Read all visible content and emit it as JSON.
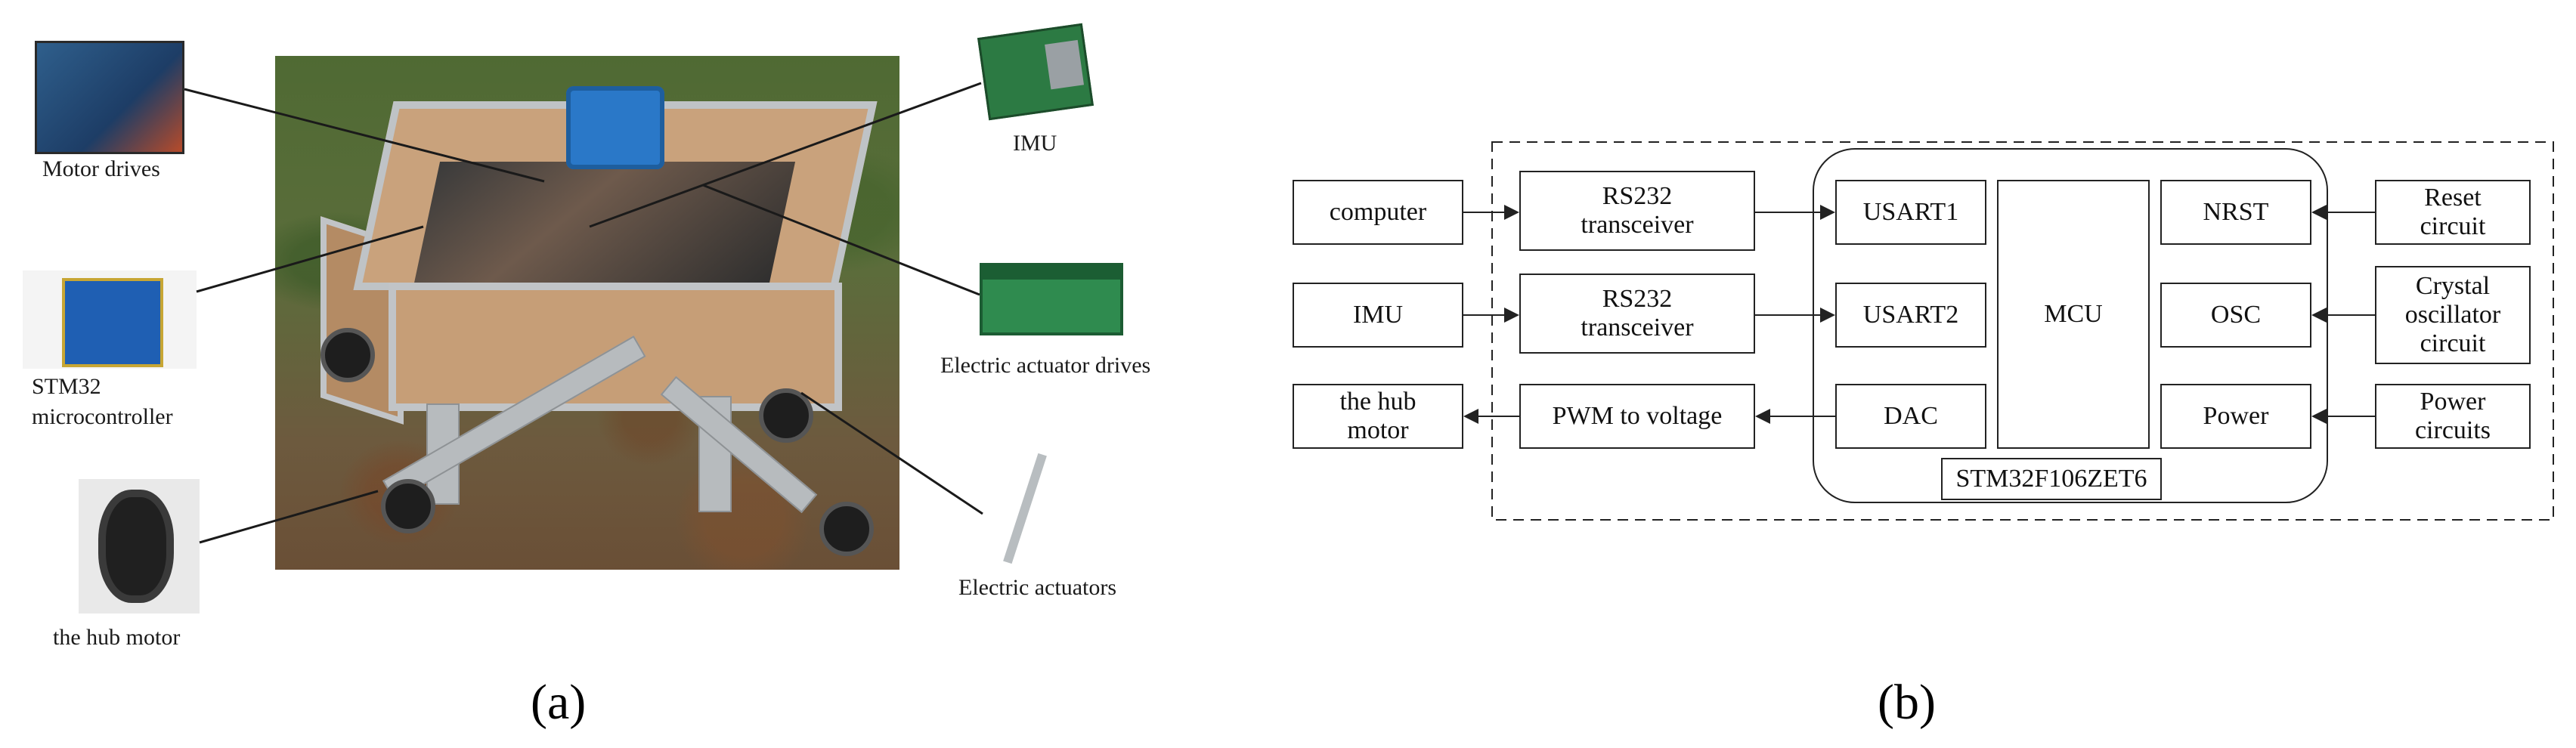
{
  "panel_a": {
    "letter": "(a)",
    "labels": {
      "motor_drives": "Motor drives",
      "stm32_line1": "STM32",
      "stm32_line2": "microcontroller",
      "hub_motor": "the hub motor",
      "imu": "IMU",
      "electric_actuator_drives": "Electric actuator drives",
      "electric_actuators": "Electric actuators"
    }
  },
  "panel_b": {
    "letter": "(b)",
    "inputs": {
      "computer": "computer",
      "imu": "IMU",
      "hub_motor_line1": "the hub",
      "hub_motor_line2": "motor"
    },
    "transceivers": {
      "rs232_1_line1": "RS232",
      "rs232_1_line2": "transceiver",
      "rs232_2_line1": "RS232",
      "rs232_2_line2": "transceiver",
      "pwm": "PWM to voltage"
    },
    "mcu": {
      "usart1": "USART1",
      "usart2": "USART2",
      "dac": "DAC",
      "core": "MCU",
      "nrst": "NRST",
      "osc": "OSC",
      "power": "Power",
      "chip": "STM32F106ZET6"
    },
    "right": {
      "reset_line1": "Reset",
      "reset_line2": "circuit",
      "crystal_line1": "Crystal",
      "crystal_line2": "oscillator",
      "crystal_line3": "circuit",
      "power_line1": "Power",
      "power_line2": "circuits"
    }
  },
  "colors": {
    "line": "#222222",
    "wood": "#c69e77",
    "aluminium": "#bfc3c6",
    "enclosure_blue": "#2a78c8"
  }
}
